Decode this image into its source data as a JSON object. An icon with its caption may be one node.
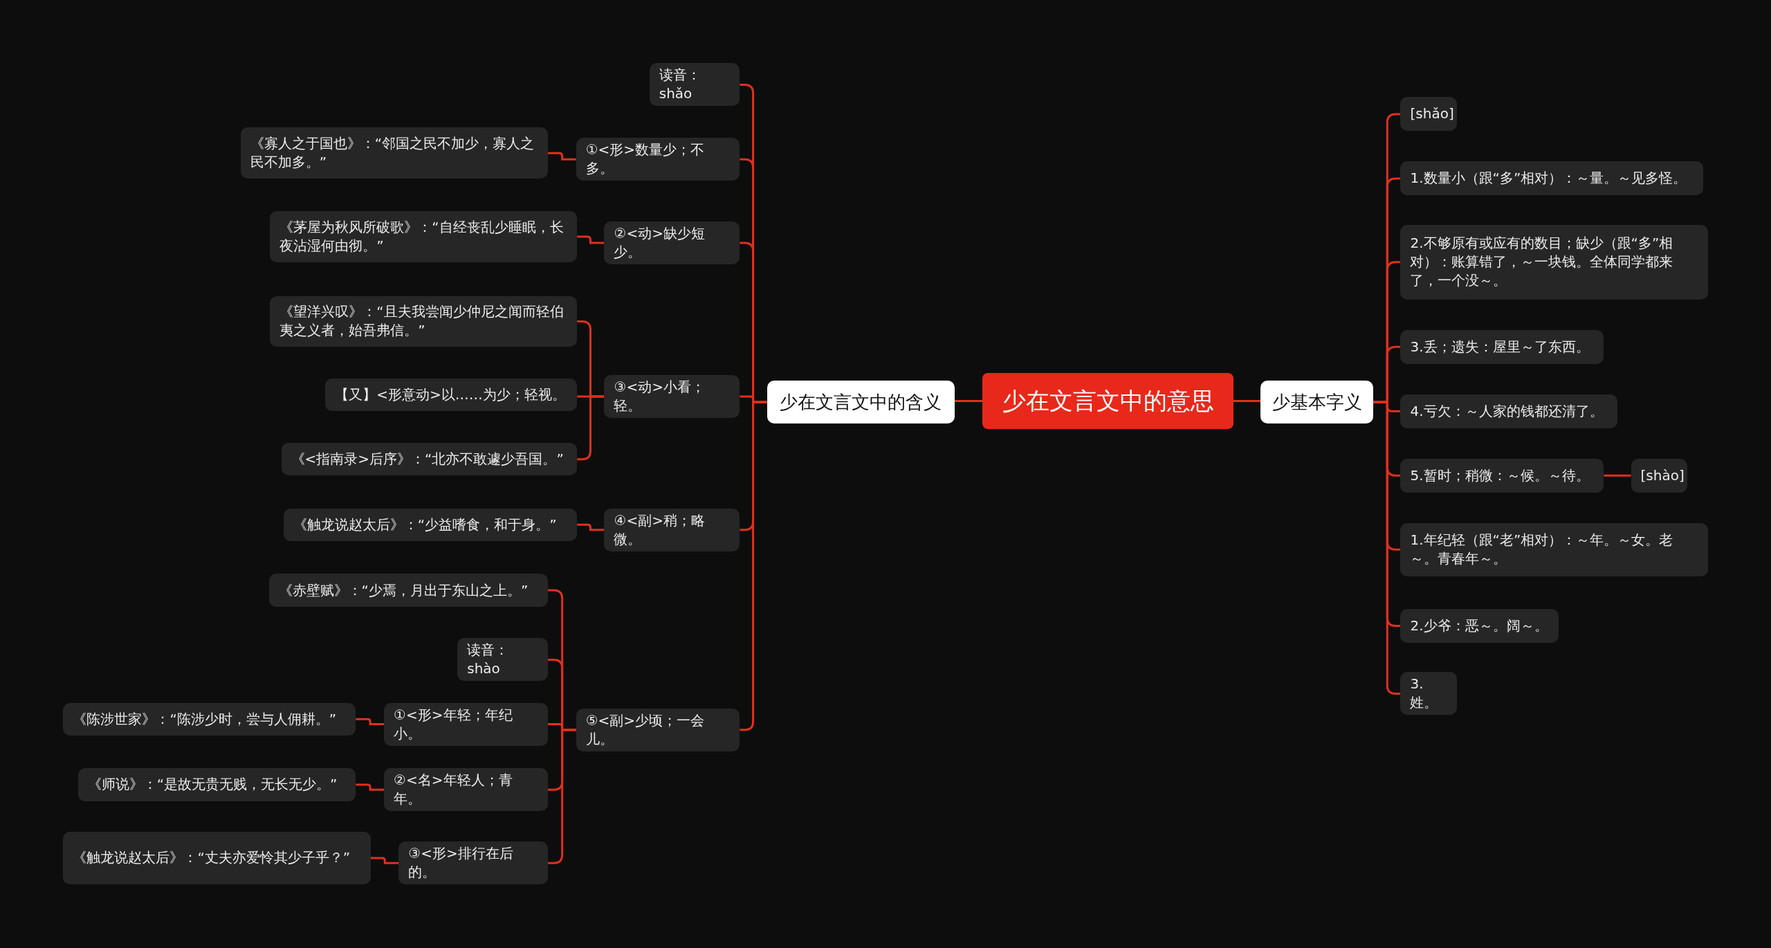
{
  "diagram": {
    "nodes": [
      {
        "text": [
          "少在文言文中的意思"
        ]
      },
      {
        "text": [
          "少在文言文中的含义"
        ]
      },
      {
        "text": [
          "读音：shǎo"
        ]
      },
      {
        "text": [
          "①<形>数量少；不多。"
        ]
      },
      {
        "text": [
          "《寡人之于国也》：“邻国之民不加少，寡人之民不加多。”"
        ]
      },
      {
        "text": [
          "②<动>缺少短少。"
        ]
      },
      {
        "text": [
          "《茅屋为秋风所破歌》：“自经丧乱少睡眠，长夜沾湿何由彻。”"
        ]
      },
      {
        "text": [
          "③<动>小看；轻。"
        ]
      },
      {
        "text": [
          "《望洋兴叹》：“且夫我尝闻少仲尼之闻而轻伯夷之义者，始吾弗信。”"
        ]
      },
      {
        "text": [
          "【又】<形意动>以……为少；轻视。"
        ]
      },
      {
        "text": [
          "《<指南录>后序》：“北亦不敢遽少吾国。”"
        ]
      },
      {
        "text": [
          "④<副>稍；略微。"
        ]
      },
      {
        "text": [
          "《触龙说赵太后》：“少益嗜食，和于身。”"
        ]
      },
      {
        "text": [
          "⑤<副>少顷；一会儿。"
        ]
      },
      {
        "text": [
          "《赤壁赋》：“少焉，月出于东山之上。”"
        ]
      },
      {
        "text": [
          "读音：shào"
        ]
      },
      {
        "text": [
          "①<形>年轻；年纪小。"
        ]
      },
      {
        "text": [
          "《陈涉世家》：“陈涉少时，尝与人佣耕。”"
        ]
      },
      {
        "text": [
          "②<名>年轻人；青年。"
        ]
      },
      {
        "text": [
          "《师说》：“是故无贵无贱，无长无少。”"
        ]
      },
      {
        "text": [
          "③<形>排行在后的。"
        ]
      },
      {
        "text": [
          "《触龙说赵太后》：“丈夫亦爱怜其少子乎？”"
        ]
      },
      {
        "text": [
          "少基本字义"
        ]
      },
      {
        "text": [
          "[shǎo]"
        ]
      },
      {
        "text": [
          "1.数量小（跟“多”相对）：～量。～见多怪。"
        ]
      },
      {
        "text": [
          "2.不够原有或应有的数目；缺少（跟“多”相对）：账算错了，～一块钱。全体同学都来了，一个没～。"
        ]
      },
      {
        "text": [
          "3.丢；遗失：屋里～了东西。"
        ]
      },
      {
        "text": [
          "4.亏欠：～人家的钱都还清了。"
        ]
      },
      {
        "text": [
          "5.暂时；稍微：～候。～待。"
        ]
      },
      {
        "text": [
          "[shào]"
        ]
      },
      {
        "text": [
          "1.年纪轻（跟“老”相对）：～年。～女。老～。青春年～。"
        ]
      },
      {
        "text": [
          "2.少爷：恶～。阔～。"
        ]
      },
      {
        "text": [
          "3.姓。"
        ]
      }
    ],
    "edges": [
      {
        "from": 0,
        "to": 1,
        "arrow": "none"
      },
      {
        "from": 1,
        "to": 2,
        "arrow": "none"
      },
      {
        "from": 1,
        "to": 3,
        "arrow": "none"
      },
      {
        "from": 3,
        "to": 4,
        "arrow": "none"
      },
      {
        "from": 1,
        "to": 5,
        "arrow": "none"
      },
      {
        "from": 5,
        "to": 6,
        "arrow": "none"
      },
      {
        "from": 1,
        "to": 7,
        "arrow": "none"
      },
      {
        "from": 7,
        "to": 8,
        "arrow": "none"
      },
      {
        "from": 7,
        "to": 9,
        "arrow": "none"
      },
      {
        "from": 7,
        "to": 10,
        "arrow": "none"
      },
      {
        "from": 1,
        "to": 11,
        "arrow": "none"
      },
      {
        "from": 11,
        "to": 12,
        "arrow": "none"
      },
      {
        "from": 1,
        "to": 13,
        "arrow": "none"
      },
      {
        "from": 13,
        "to": 14,
        "arrow": "none"
      },
      {
        "from": 13,
        "to": 15,
        "arrow": "none"
      },
      {
        "from": 13,
        "to": 16,
        "arrow": "none"
      },
      {
        "from": 16,
        "to": 17,
        "arrow": "none"
      },
      {
        "from": 13,
        "to": 18,
        "arrow": "none"
      },
      {
        "from": 18,
        "to": 19,
        "arrow": "none"
      },
      {
        "from": 13,
        "to": 20,
        "arrow": "none"
      },
      {
        "from": 20,
        "to": 21,
        "arrow": "none"
      },
      {
        "from": 0,
        "to": 22,
        "arrow": "none"
      },
      {
        "from": 22,
        "to": 23,
        "arrow": "none"
      },
      {
        "from": 22,
        "to": 24,
        "arrow": "none"
      },
      {
        "from": 22,
        "to": 25,
        "arrow": "none"
      },
      {
        "from": 22,
        "to": 26,
        "arrow": "none"
      },
      {
        "from": 22,
        "to": 27,
        "arrow": "none"
      },
      {
        "from": 22,
        "to": 28,
        "arrow": "none"
      },
      {
        "from": 28,
        "to": 29,
        "arrow": "none"
      },
      {
        "from": 22,
        "to": 30,
        "arrow": "none"
      },
      {
        "from": 22,
        "to": 31,
        "arrow": "none"
      },
      {
        "from": 22,
        "to": 32,
        "arrow": "none"
      }
    ]
  }
}
